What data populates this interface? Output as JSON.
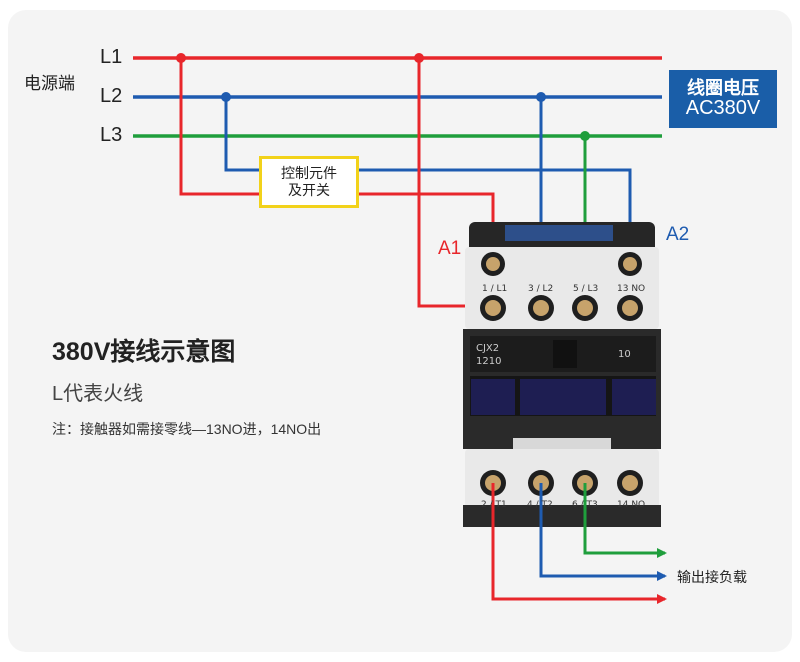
{
  "power_source": {
    "label": "电源端",
    "lines": [
      "L1",
      "L2",
      "L3"
    ]
  },
  "coil_voltage": {
    "line1": "线圈电压",
    "line2": "AC380V"
  },
  "control_component": {
    "line1": "控制元件",
    "line2": "及开关"
  },
  "coil_terminals": {
    "a1": "A1",
    "a2": "A2"
  },
  "contactor": {
    "model_line1": "CJX2",
    "model_line2": "1210",
    "aux_contact": "10",
    "top_terminals": [
      "1 / L1",
      "3 / L2",
      "5 / L3",
      "13 NO"
    ],
    "bottom_terminals": [
      "2 / T1",
      "4 / T2",
      "6 / T3",
      "14 NO"
    ]
  },
  "info": {
    "title": "380V接线示意图",
    "subtitle": "L代表火线",
    "note": "注：接触器如需接零线—13NO进，14NO出"
  },
  "load": {
    "label": "输出接负载"
  },
  "colors": {
    "L1": "#e8262b",
    "L2": "#1e5bb0",
    "L3": "#1f9e3c",
    "coil_box": "#1a5ea8",
    "control_box_border": "#f2d21a",
    "contactor_body": "#262626"
  }
}
